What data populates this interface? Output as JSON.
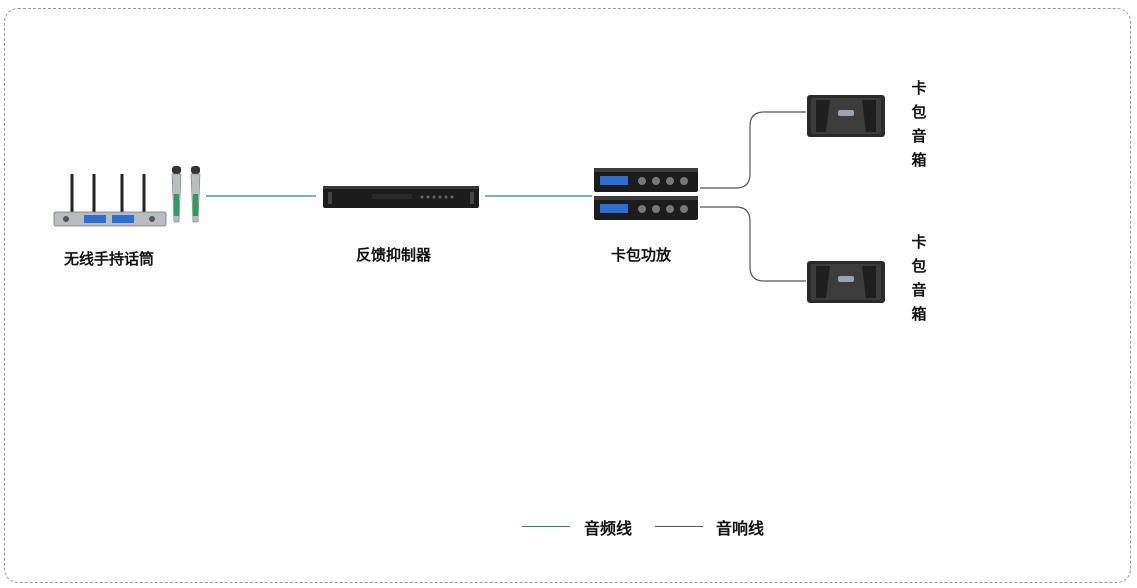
{
  "devices": {
    "mic": {
      "label": "无线手持话筒"
    },
    "suppressor": {
      "label": "反馈抑制器"
    },
    "amp": {
      "label": "卡包功放"
    },
    "speakers": [
      {
        "label_chars": [
          "卡",
          "包",
          "音",
          "箱"
        ]
      },
      {
        "label_chars": [
          "卡",
          "包",
          "音",
          "箱"
        ]
      }
    ]
  },
  "legend": {
    "audio_label": "音频线",
    "speaker_label": "音响线",
    "audio_color": "#2e8b6a",
    "speaker_color": "#555555"
  },
  "colors": {
    "device_dark": "#1c1c1c",
    "display_blue": "#2b6fd6",
    "mic_silver": "#b9bcc0",
    "mic_green": "#2f9a62"
  }
}
